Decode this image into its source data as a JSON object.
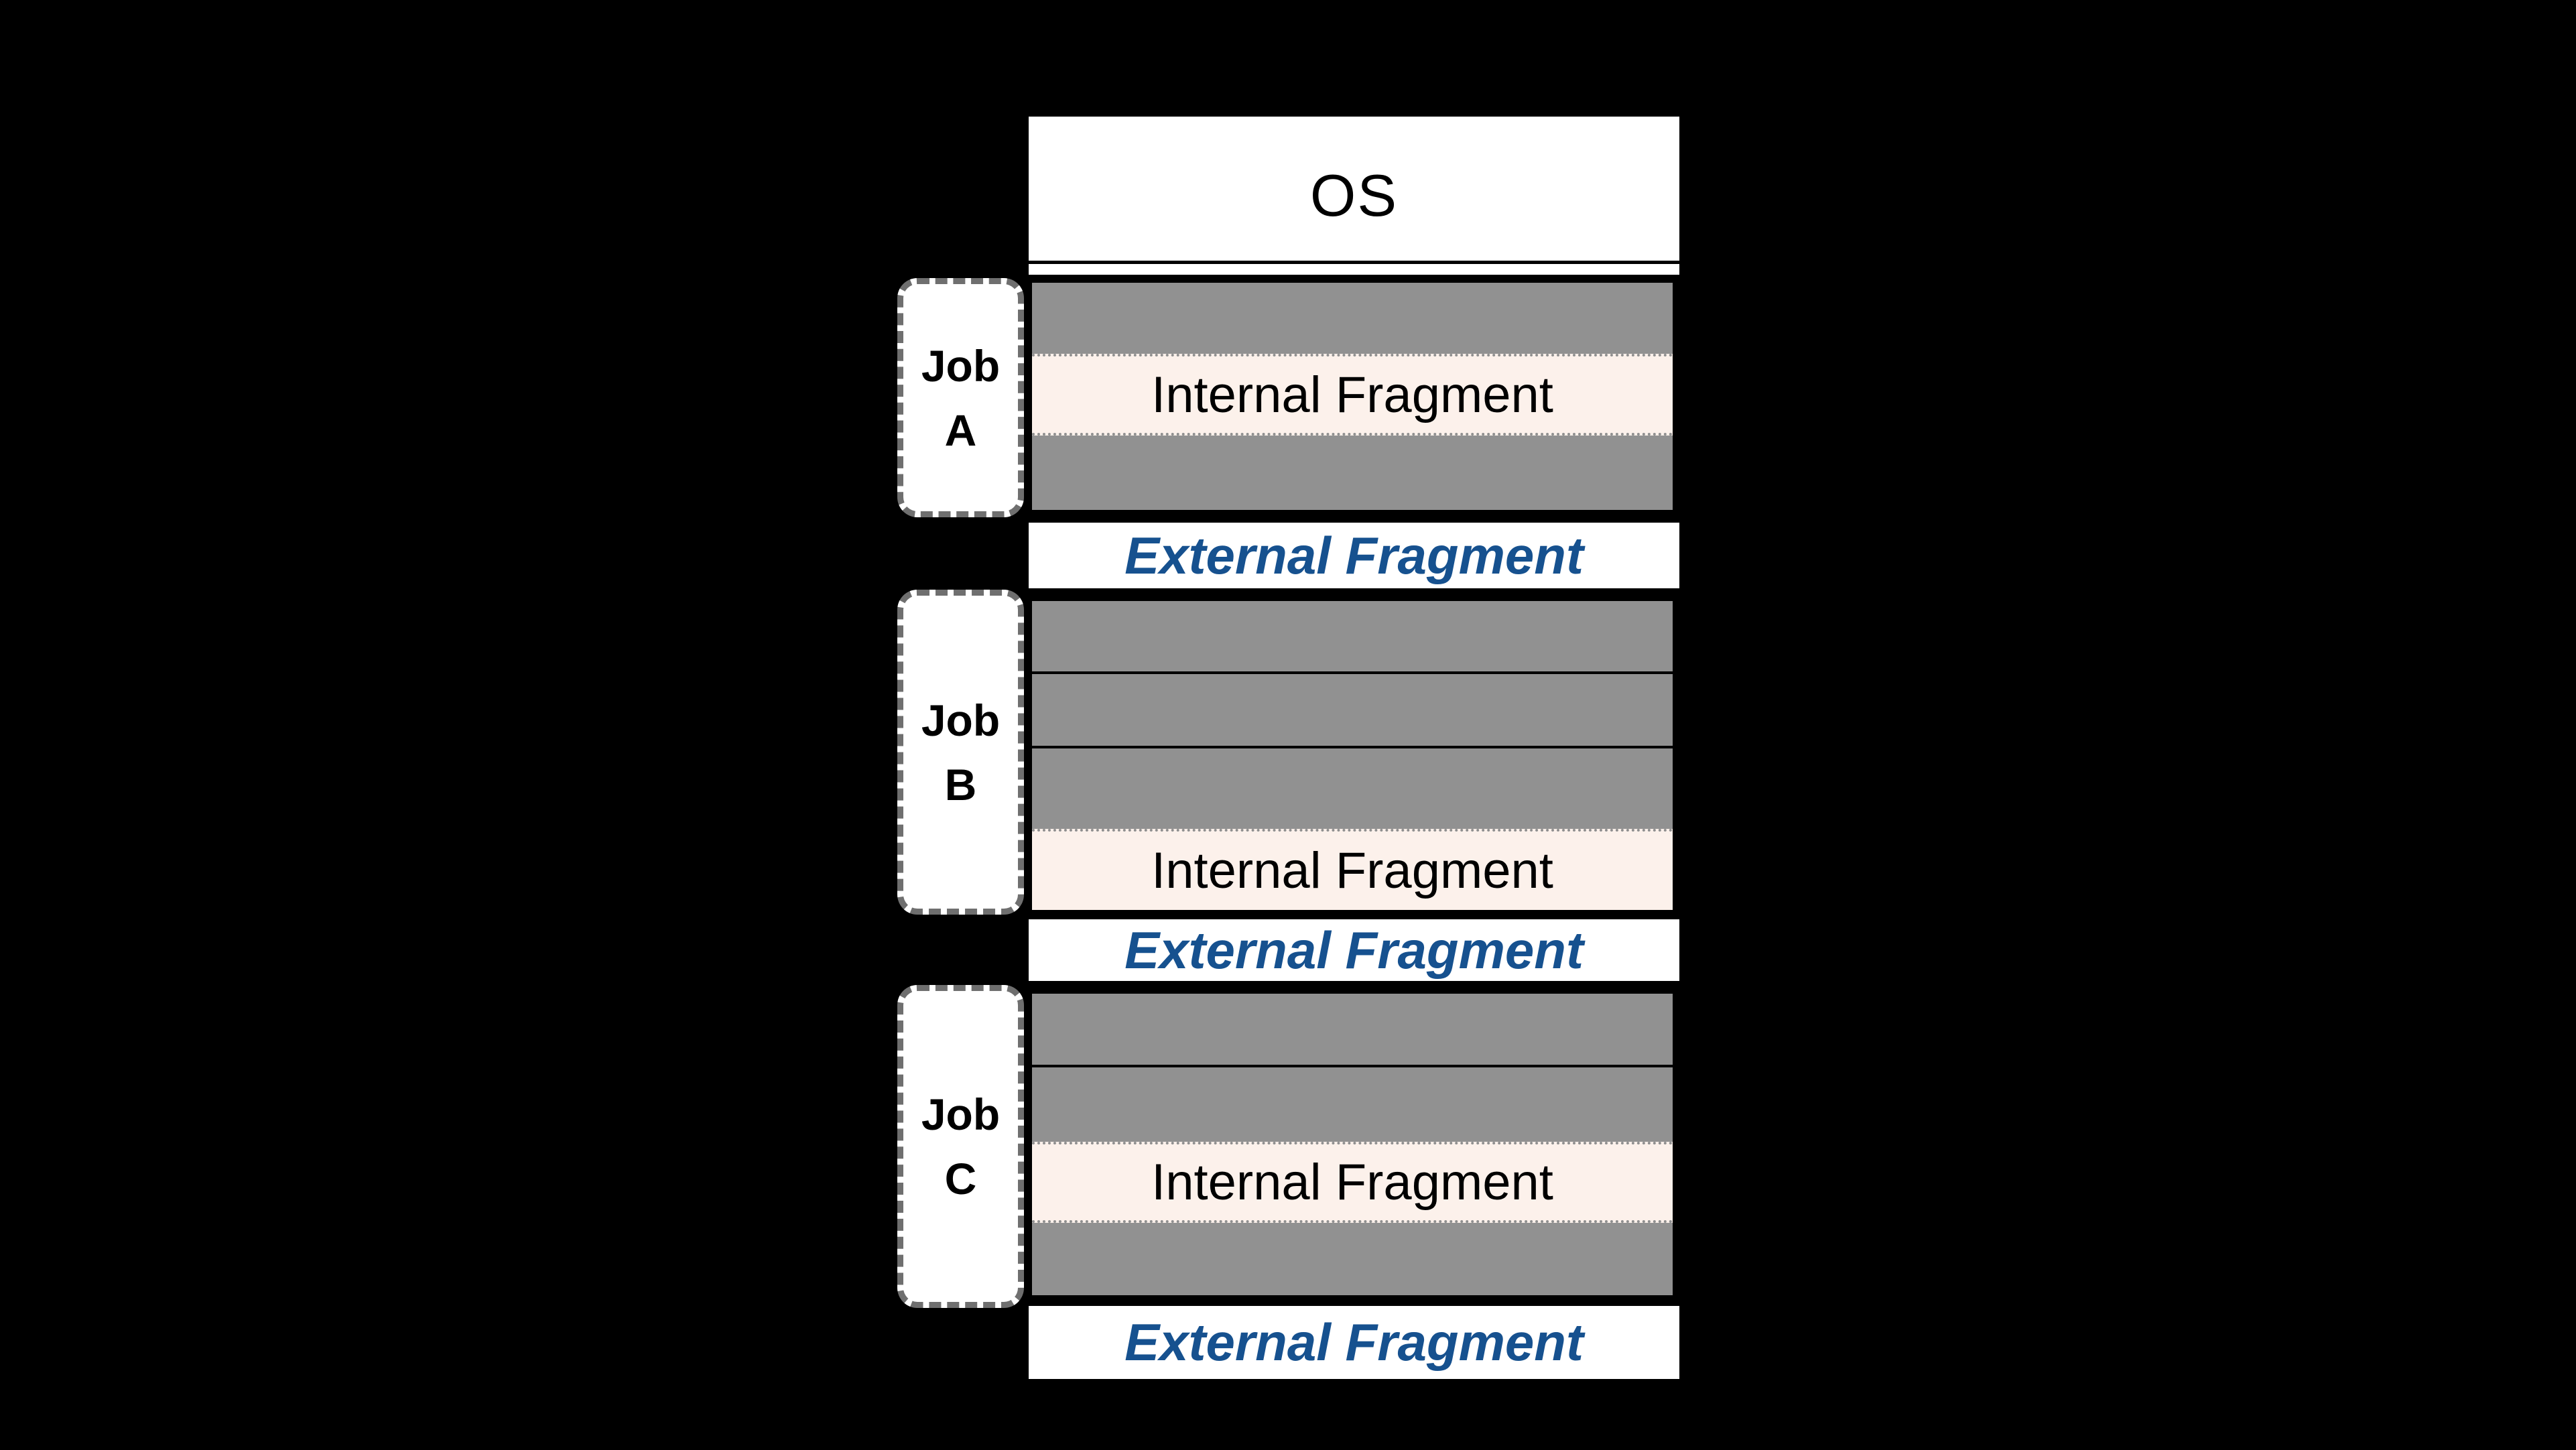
{
  "diagram": {
    "os_label": "OS",
    "jobs": [
      {
        "word": "Job",
        "letter": "A",
        "internal_label": "Internal Fragment"
      },
      {
        "word": "Job",
        "letter": "B",
        "internal_label": "Internal Fragment"
      },
      {
        "word": "Job",
        "letter": "C",
        "internal_label": "Internal Fragment"
      }
    ],
    "external_fragments": [
      {
        "label": "External Fragment"
      },
      {
        "label": "External Fragment"
      },
      {
        "label": "External Fragment"
      }
    ],
    "colors": {
      "background": "#000000",
      "allocated_band_gray": "#919191",
      "internal_fragment_fill": "#FCF1EB",
      "internal_fragment_dotted_border": "#8F8F8F",
      "external_fragment_text_blue": "#16518F",
      "box_fill_white": "#FFFFFF",
      "block_border_black": "#000000",
      "label_dashed_border_gray": "#6F6F6F"
    }
  }
}
